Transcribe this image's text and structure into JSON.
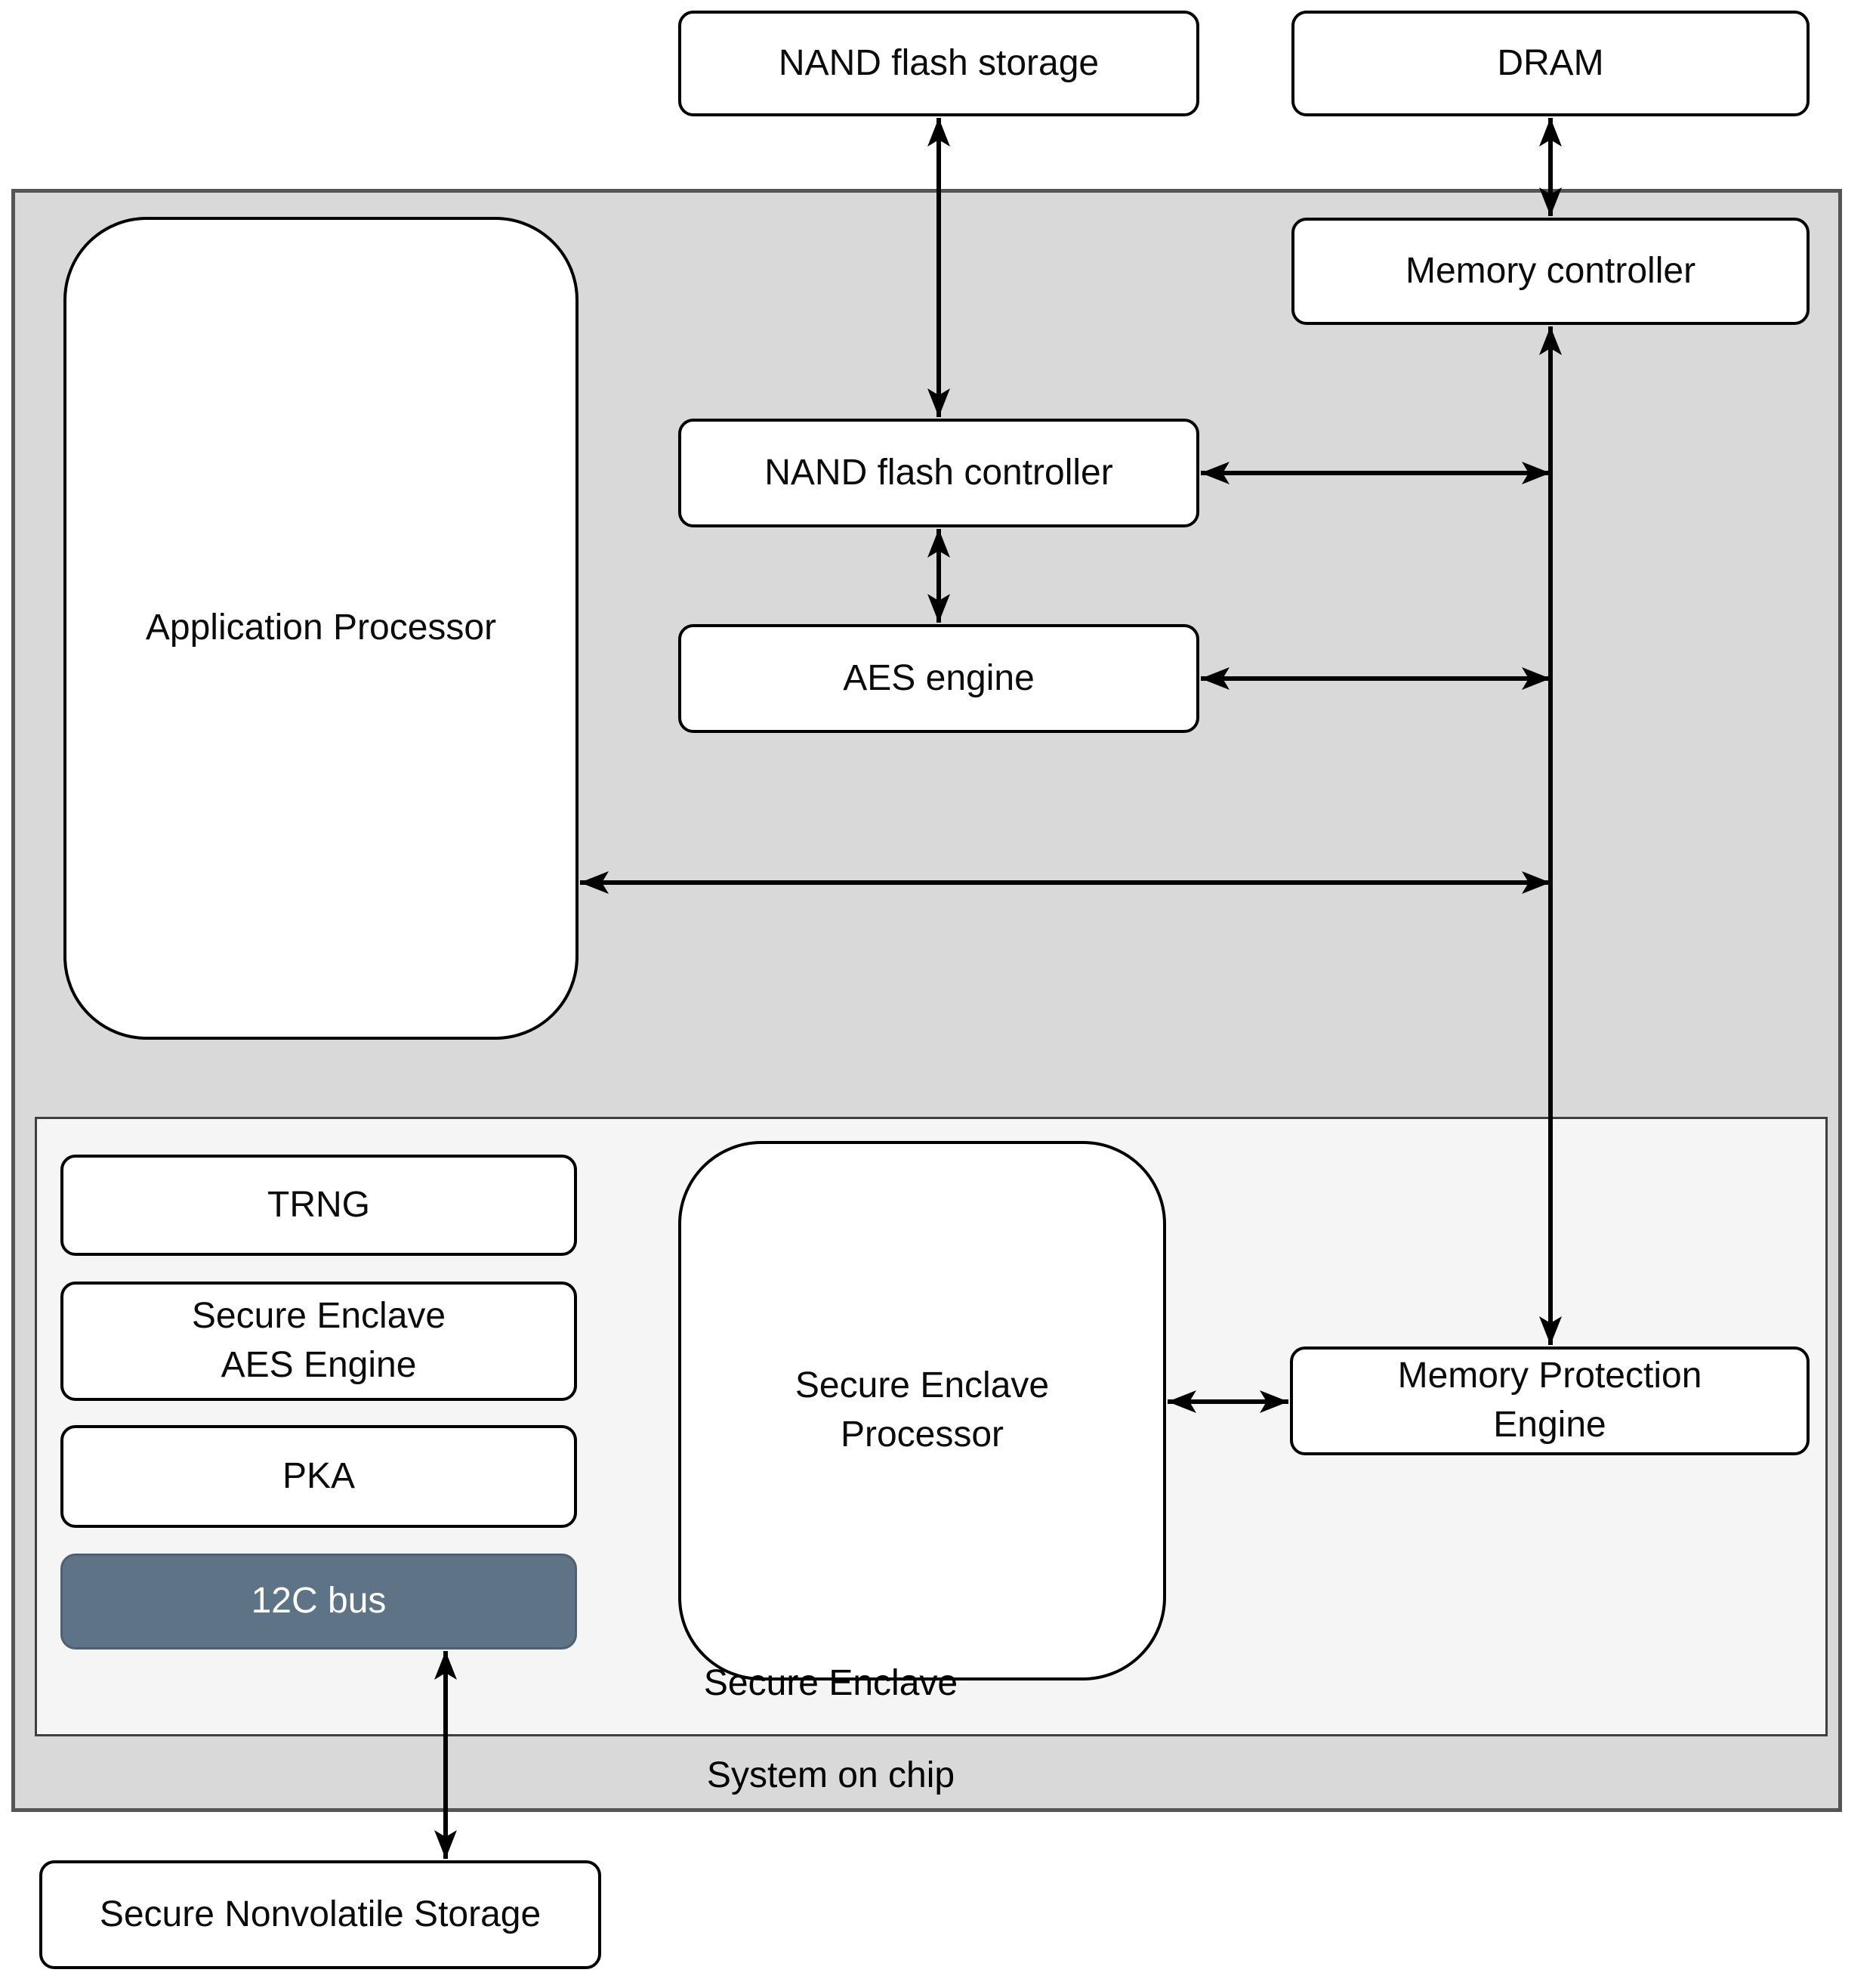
{
  "diagram": {
    "nodes": {
      "nand_flash_storage": {
        "label": "NAND flash storage"
      },
      "dram": {
        "label": "DRAM"
      },
      "memory_controller": {
        "label": "Memory controller"
      },
      "nand_flash_controller": {
        "label": "NAND flash controller"
      },
      "aes_engine": {
        "label": "AES engine"
      },
      "application_processor": {
        "label": "Application Processor"
      },
      "trng": {
        "label": "TRNG"
      },
      "secure_enclave_aes_engine": {
        "label": "Secure Enclave\nAES Engine"
      },
      "pka": {
        "label": "PKA"
      },
      "i2c_bus": {
        "label": "12C bus"
      },
      "secure_enclave_processor": {
        "label": "Secure Enclave\nProcessor"
      },
      "memory_protection_engine": {
        "label": "Memory Protection\nEngine"
      },
      "secure_nonvolatile_storage": {
        "label": "Secure Nonvolatile Storage"
      }
    },
    "region_labels": {
      "secure_enclave": "Secure Enclave",
      "system_on_chip": "System on chip"
    },
    "colors": {
      "soc_fill": "#d9d9d9",
      "soc_border": "#555555",
      "enclave_fill": "#f5f5f5",
      "enclave_border": "#3f3f3f",
      "node_fill": "#ffffff",
      "node_border": "#000000",
      "bus_fill": "#5f7386",
      "bus_text": "#ffffff",
      "arrow": "#000000"
    }
  }
}
